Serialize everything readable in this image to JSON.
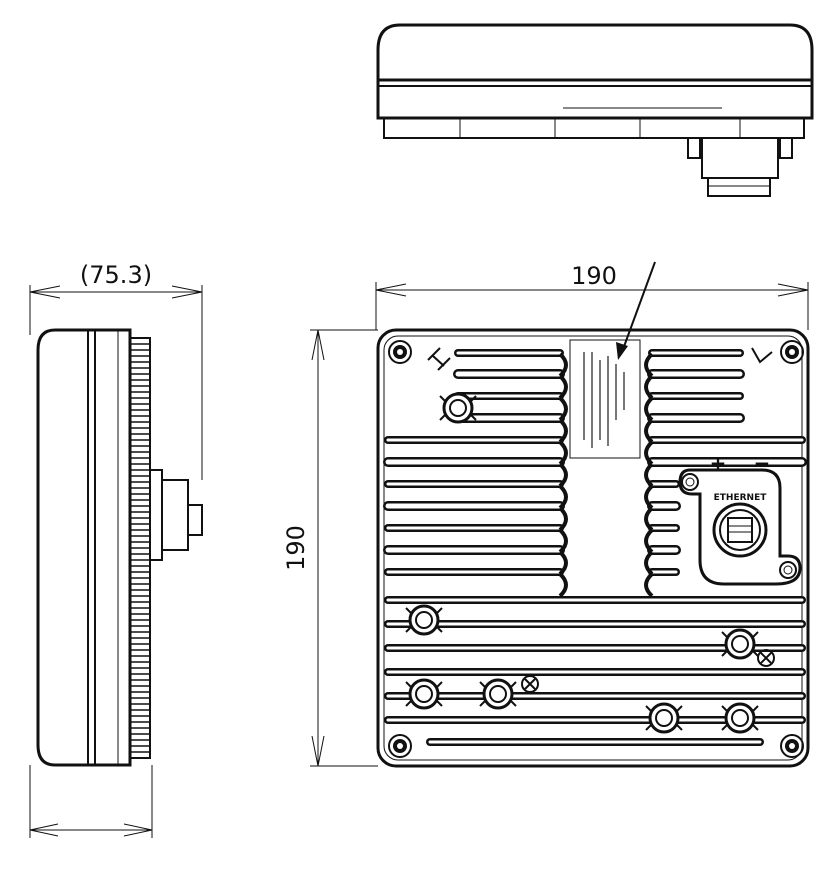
{
  "dimensions": {
    "depth_label": "(75.3)",
    "width_label": "190",
    "height_label": "190"
  },
  "connector": {
    "label": "ETHERNET",
    "plus_symbol": "+",
    "minus_symbol": "−"
  }
}
